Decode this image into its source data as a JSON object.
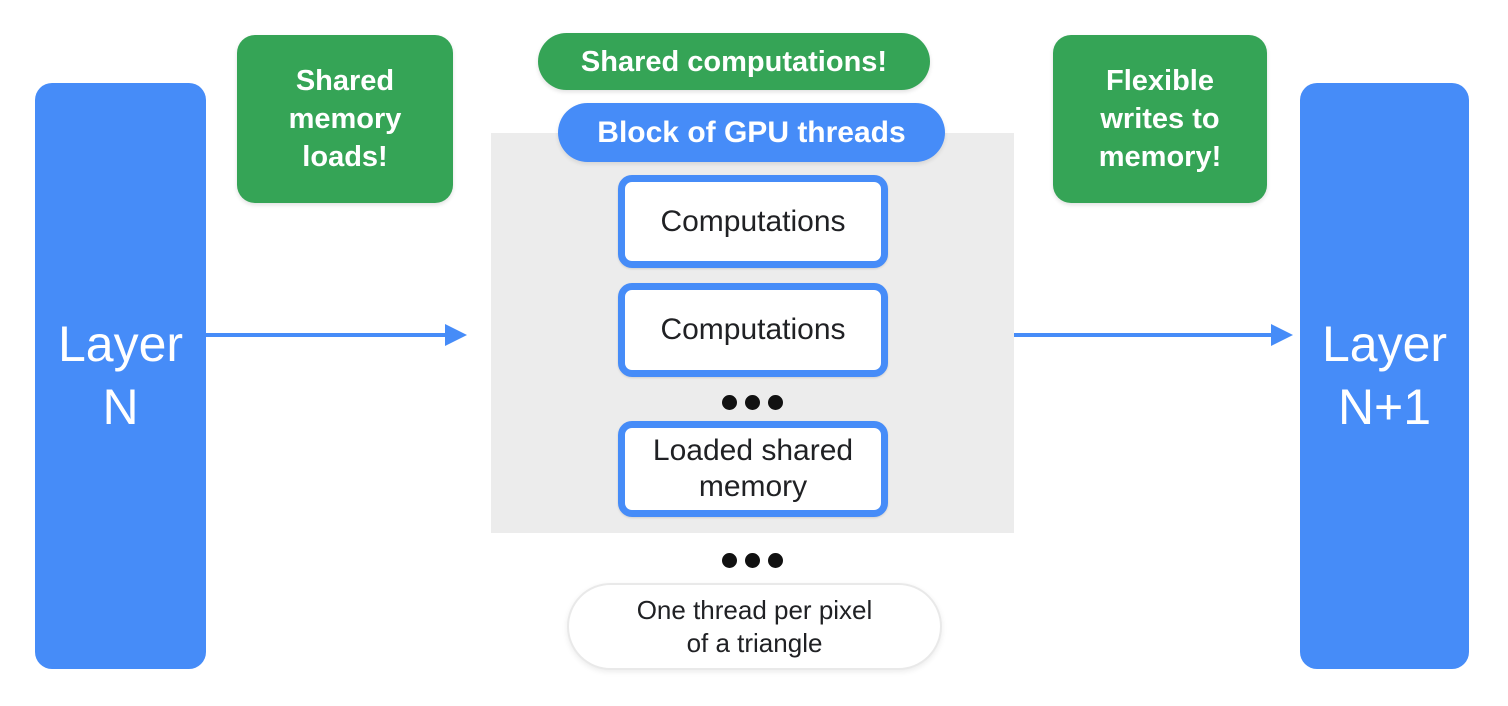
{
  "diagram": {
    "left_layer": {
      "lines": [
        "Layer",
        "N"
      ]
    },
    "right_layer": {
      "lines": [
        "Layer",
        "N+1"
      ]
    },
    "callouts": {
      "left": {
        "lines": [
          "Shared",
          "memory",
          "loads!"
        ]
      },
      "center": {
        "label": "Shared computations!"
      },
      "right": {
        "lines": [
          "Flexible",
          "writes to",
          "memory!"
        ]
      }
    },
    "gpu_block": {
      "label": "Block of GPU threads",
      "boxes": [
        {
          "lines": [
            "Computations"
          ]
        },
        {
          "lines": [
            "Computations"
          ]
        },
        {
          "lines": [
            "Loaded shared",
            "memory"
          ]
        }
      ]
    },
    "footnote": {
      "lines": [
        "One thread per pixel",
        "of a triangle"
      ]
    }
  },
  "icons": {
    "left_arrow": "right-arrow-icon",
    "right_arrow": "right-arrow-icon",
    "more_threads": "ellipsis-dots-icon",
    "more_blocks": "ellipsis-dots-icon"
  },
  "colors": {
    "blue": "#468CF8",
    "green": "#35A456",
    "panel_gray": "#ECECEC",
    "text_dark": "#202124",
    "white": "#FFFFFF",
    "footnote_border": "#E9E9E9",
    "dot_black": "#111111"
  }
}
